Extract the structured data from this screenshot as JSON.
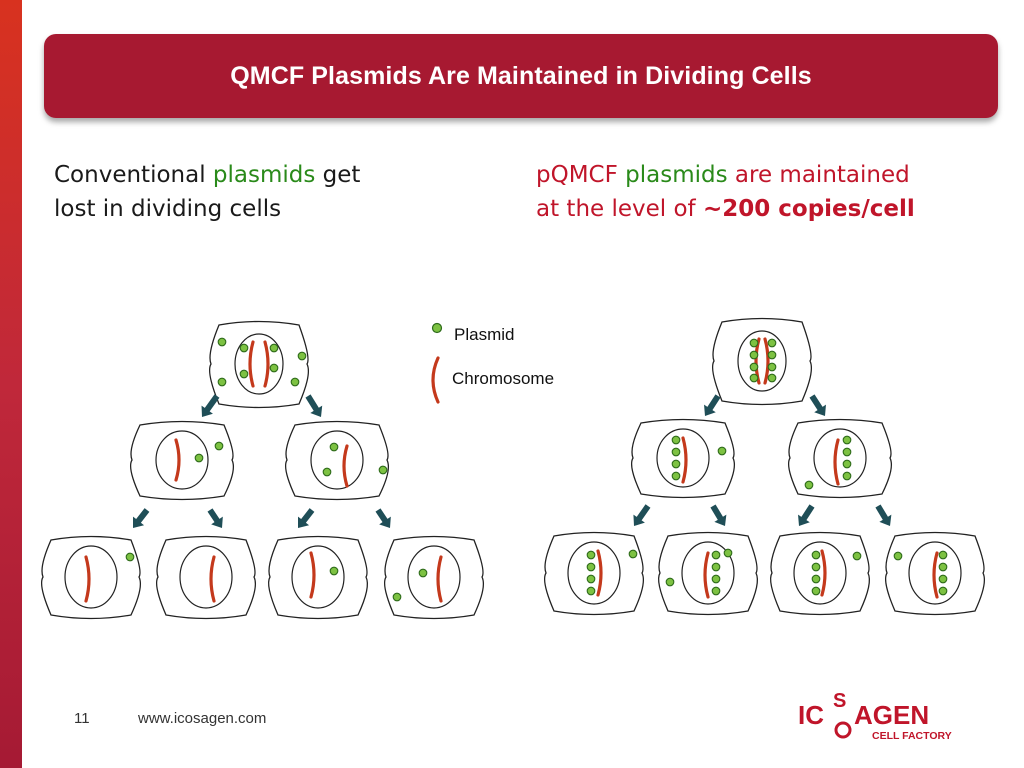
{
  "slide": {
    "title": "QMCF Plasmids Are Maintained in Dividing Cells",
    "page_number": "11",
    "url": "www.icosagen.com"
  },
  "left_caption": {
    "part1": "Conventional ",
    "part2": "plasmids",
    "part3": " get",
    "line2": "lost in dividing cells"
  },
  "right_caption": {
    "part1": "pQMCF ",
    "part2": "plasmids",
    "part3": " are maintained",
    "line2a": "at the level of ",
    "line2b": "~200 copies/cell"
  },
  "legend": {
    "plasmid_label": "Plasmid",
    "chromosome_label": "Chromosome"
  },
  "logo": {
    "text_left": "IC",
    "text_right": "AGEN",
    "s_mark": "S",
    "subtitle": "CELL FACTORY"
  },
  "colors": {
    "brand_red": "#a71931",
    "plasmid_green": "#7dc242",
    "chromosome_orange": "#c4391c",
    "arrow_teal": "#1f4e57"
  }
}
